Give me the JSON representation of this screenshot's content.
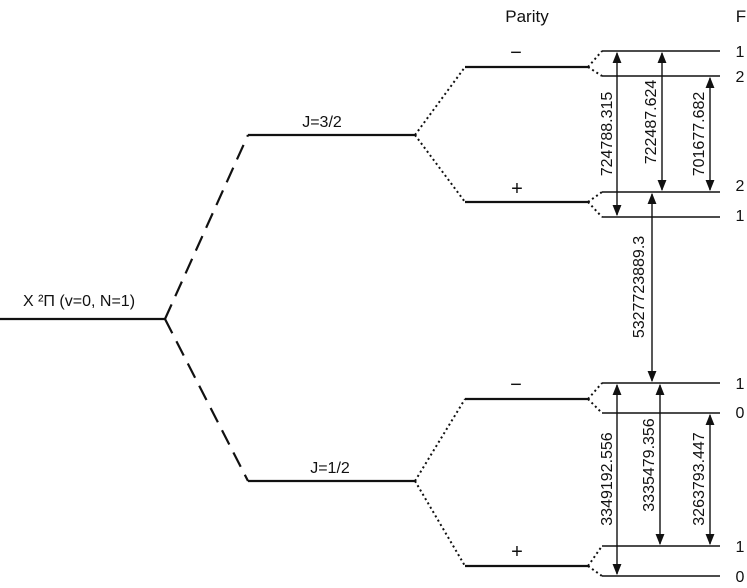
{
  "header": {
    "parity": "Parity",
    "f": "F"
  },
  "ground_state": {
    "label": "X ²Π (v=0, N=1)"
  },
  "j_levels": [
    {
      "label": "J=3/2"
    },
    {
      "label": "J=1/2"
    }
  ],
  "parity_levels": [
    {
      "sign": "−"
    },
    {
      "sign": "+"
    },
    {
      "sign": "−"
    },
    {
      "sign": "+"
    }
  ],
  "f_values": [
    "1",
    "2",
    "2",
    "1",
    "1",
    "0",
    "1",
    "0"
  ],
  "transitions": [
    {
      "value": "724788.315"
    },
    {
      "value": "722487.624"
    },
    {
      "value": "701677.682"
    },
    {
      "value": "5327723889.3"
    },
    {
      "value": "3349192.556"
    },
    {
      "value": "3335479.356"
    },
    {
      "value": "3263793.447"
    }
  ]
}
